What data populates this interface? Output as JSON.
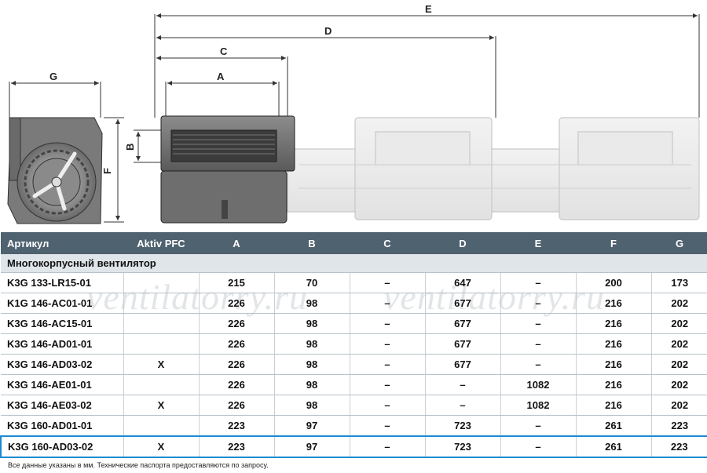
{
  "dimensions": {
    "A": "A",
    "B": "B",
    "C": "C",
    "D": "D",
    "E": "E",
    "F": "F",
    "G": "G"
  },
  "columns": [
    "Артикул",
    "Aktiv PFC",
    "A",
    "B",
    "C",
    "D",
    "E",
    "F",
    "G"
  ],
  "group": "Многокорпусный вентилятор",
  "rows": [
    [
      "K3G 133-LR15-01",
      "",
      "215",
      "70",
      "–",
      "647",
      "–",
      "200",
      "173"
    ],
    [
      "K1G 146-AC01-01",
      "",
      "226",
      "98",
      "–",
      "677",
      "–",
      "216",
      "202"
    ],
    [
      "K3G 146-AC15-01",
      "",
      "226",
      "98",
      "–",
      "677",
      "–",
      "216",
      "202"
    ],
    [
      "K3G 146-AD01-01",
      "",
      "226",
      "98",
      "–",
      "677",
      "–",
      "216",
      "202"
    ],
    [
      "K3G 146-AD03-02",
      "X",
      "226",
      "98",
      "–",
      "677",
      "–",
      "216",
      "202"
    ],
    [
      "K3G 146-AE01-01",
      "",
      "226",
      "98",
      "–",
      "–",
      "1082",
      "216",
      "202"
    ],
    [
      "K3G 146-AE03-02",
      "X",
      "226",
      "98",
      "–",
      "–",
      "1082",
      "216",
      "202"
    ],
    [
      "K3G 160-AD01-01",
      "",
      "223",
      "97",
      "–",
      "723",
      "–",
      "261",
      "223"
    ],
    [
      "K3G 160-AD03-02",
      "X",
      "223",
      "97",
      "–",
      "723",
      "–",
      "261",
      "223"
    ]
  ],
  "watermark": "ventilatorry.ru",
  "footnote": "Все данные указаны в мм. Технические паспорта предоставляются по запросу.",
  "colors": {
    "header_bg": "#4f6270",
    "group_bg": "#dfe5e8",
    "highlight": "#1a8ad4"
  }
}
